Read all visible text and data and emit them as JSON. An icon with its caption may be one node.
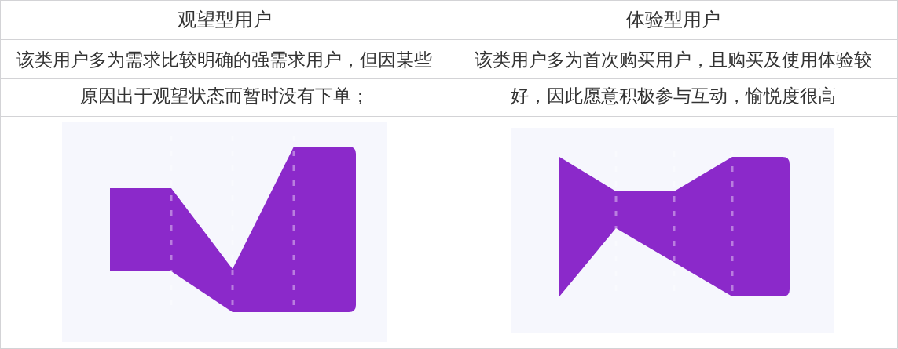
{
  "diagram": {
    "labels": [
      "观望型用户",
      "体验型用户",
      "该类用户多为需求比较明确的强需求用户，但因某些",
      "该类用户多为首次购买用户，且购买及使用体验较",
      "原因出于观望状态而暂时没有下单；",
      "好，因此愿意积极参与互动，愉悦度很高"
    ]
  }
}
